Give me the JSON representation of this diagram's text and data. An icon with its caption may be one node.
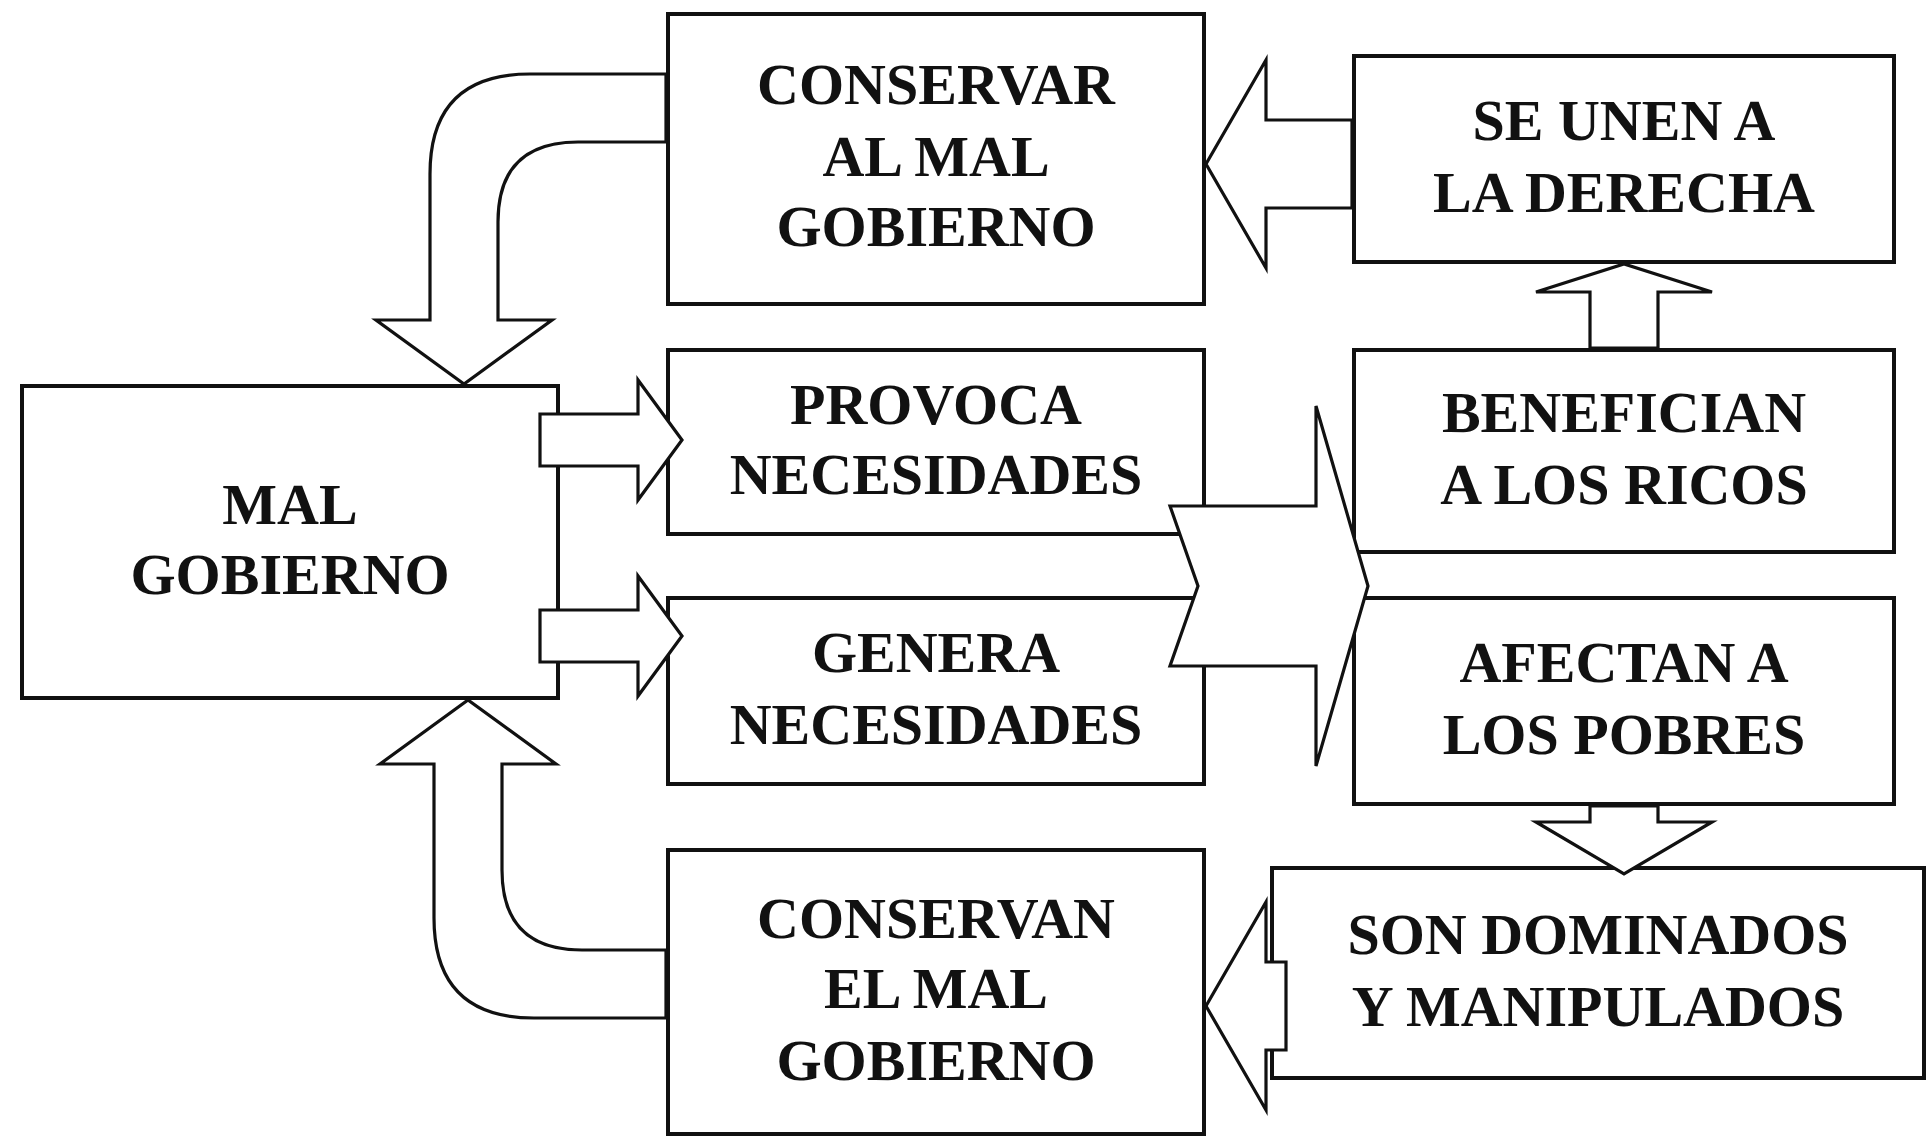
{
  "diagram": {
    "nodes": [
      {
        "text": [
          "MAL GOBIERNO"
        ]
      },
      {
        "text": [
          "CONSERVAR AL MAL GOBIERNO"
        ]
      },
      {
        "text": [
          "SE UNEN A LA DERECHA"
        ]
      },
      {
        "text": [
          "PROVOCA NECESIDADES"
        ]
      },
      {
        "text": [
          "BENEFICIAN A LOS RICOS"
        ]
      },
      {
        "text": [
          "GENERA NECESIDADES"
        ]
      },
      {
        "text": [
          "AFECTAN A LOS POBRES"
        ]
      },
      {
        "text": [
          "CONSERVAN EL MAL GOBIERNO"
        ]
      },
      {
        "text": [
          "SON DOMINADOS Y MANIPULADOS"
        ]
      }
    ],
    "edges": [
      {
        "from": 0,
        "to": 3,
        "arrow": "to"
      },
      {
        "from": 0,
        "to": 5,
        "arrow": "to"
      },
      {
        "from": 3,
        "to": 4,
        "arrow": "to"
      },
      {
        "from": 5,
        "to": 6,
        "arrow": "to"
      },
      {
        "from": 4,
        "to": 2,
        "arrow": "to"
      },
      {
        "from": 2,
        "to": 1,
        "arrow": "to"
      },
      {
        "from": 1,
        "to": 0,
        "arrow": "to"
      },
      {
        "from": 6,
        "to": 8,
        "arrow": "to"
      },
      {
        "from": 8,
        "to": 7,
        "arrow": "to"
      },
      {
        "from": 7,
        "to": 0,
        "arrow": "to"
      }
    ]
  }
}
